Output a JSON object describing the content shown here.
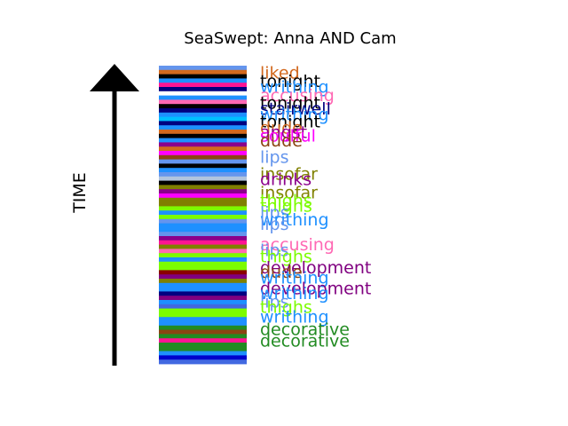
{
  "chart_data": {
    "type": "bar",
    "title": "SeaSwept: Anna AND Cam",
    "ylabel": "TIME",
    "stripe_colors": [
      "#6495ed",
      "#d2691e",
      "#000000",
      "#1e90ff",
      "#ff1493",
      "#000080",
      "#ffffff",
      "#1e90ff",
      "#ff69b4",
      "#000000",
      "#000080",
      "#1e90ff",
      "#00bfff",
      "#000080",
      "#1e90ff",
      "#d2691e",
      "#000000",
      "#1e90ff",
      "#8b008b",
      "#d2691e",
      "#ff00ff",
      "#8b4513",
      "#6495ed",
      "#000000",
      "#1e90ff",
      "#6495ed",
      "#b0c4de",
      "#000000",
      "#808000",
      "#8b008b",
      "#ff00ff",
      "#808000",
      "#808000",
      "#7cfc00",
      "#1e90ff",
      "#7cfc00",
      "#6495ed",
      "#1e90ff",
      "#1e90ff",
      "#6495ed",
      "#8b008b",
      "#ff1493",
      "#808000",
      "#ff69b4",
      "#7cfc00",
      "#1e90ff",
      "#7cfc00",
      "#7cfc00",
      "#8b0000",
      "#800080",
      "#808000",
      "#1e90ff",
      "#1e90ff",
      "#000080",
      "#800080",
      "#1e90ff",
      "#4169e1",
      "#7cfc00",
      "#7cfc00",
      "#1e90ff",
      "#1e90ff",
      "#228b22",
      "#8b4513",
      "#228b22",
      "#ff1493",
      "#228b22",
      "#228b22",
      "#1e90ff",
      "#0000cd",
      "#4169e1"
    ],
    "words": [
      {
        "text": "liked",
        "color": "#d2691e",
        "time": 0.985
      },
      {
        "text": "tonight",
        "color": "#000000",
        "time": 0.955
      },
      {
        "text": "writhing",
        "color": "#1e90ff",
        "time": 0.935
      },
      {
        "text": "accusing",
        "color": "#ff69b4",
        "time": 0.905
      },
      {
        "text": "tonight",
        "color": "#000000",
        "time": 0.878
      },
      {
        "text": "stairwell",
        "color": "#000080",
        "time": 0.858
      },
      {
        "text": "writhing",
        "color": "#1e90ff",
        "time": 0.838
      },
      {
        "text": "tonight",
        "color": "#000000",
        "time": 0.812
      },
      {
        "text": "dude",
        "color": "#d2691e",
        "time": 0.79
      },
      {
        "text": "angst",
        "color": "#8b008b",
        "time": 0.775
      },
      {
        "text": "soulful",
        "color": "#ff00ff",
        "time": 0.763
      },
      {
        "text": "dude",
        "color": "#8b4513",
        "time": 0.745
      },
      {
        "text": "lips",
        "color": "#6495ed",
        "time": 0.688
      },
      {
        "text": "insofar",
        "color": "#808000",
        "time": 0.628
      },
      {
        "text": "drinks",
        "color": "#8b008b",
        "time": 0.61
      },
      {
        "text": "insofar",
        "color": "#808000",
        "time": 0.562
      },
      {
        "text": "thighs",
        "color": "#7cfc00",
        "time": 0.535
      },
      {
        "text": "thighs",
        "color": "#7cfc00",
        "time": 0.515
      },
      {
        "text": "lips",
        "color": "#6495ed",
        "time": 0.492
      },
      {
        "text": "writhing",
        "color": "#1e90ff",
        "time": 0.467
      },
      {
        "text": "lips",
        "color": "#6495ed",
        "time": 0.452
      },
      {
        "text": "accusing",
        "color": "#ff69b4",
        "time": 0.38
      },
      {
        "text": "lips",
        "color": "#6495ed",
        "time": 0.36
      },
      {
        "text": "thighs",
        "color": "#7cfc00",
        "time": 0.338
      },
      {
        "text": "development",
        "color": "#800080",
        "time": 0.298
      },
      {
        "text": "dude",
        "color": "#8b4513",
        "time": 0.283
      },
      {
        "text": "writhing",
        "color": "#1e90ff",
        "time": 0.262
      },
      {
        "text": "development",
        "color": "#800080",
        "time": 0.225
      },
      {
        "text": "writhing",
        "color": "#1e90ff",
        "time": 0.208
      },
      {
        "text": "lips",
        "color": "#6495ed",
        "time": 0.178
      },
      {
        "text": "thighs",
        "color": "#7cfc00",
        "time": 0.16
      },
      {
        "text": "writhing",
        "color": "#1e90ff",
        "time": 0.125
      },
      {
        "text": "decorative",
        "color": "#228b22",
        "time": 0.082
      },
      {
        "text": "decorative",
        "color": "#228b22",
        "time": 0.04
      }
    ]
  }
}
